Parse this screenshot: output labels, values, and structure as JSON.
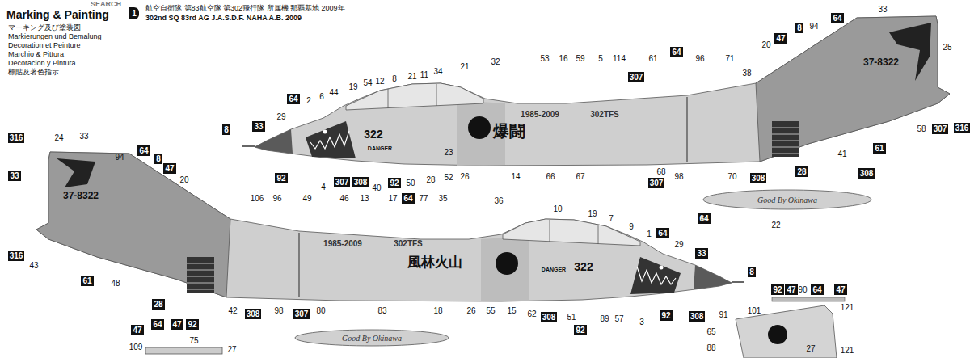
{
  "diagram": {
    "title": "Marking & Painting",
    "nodes": [
      {
        "text": [
          "1"
        ]
      },
      {
        "text": [
          "64"
        ]
      },
      {
        "text": [
          "33"
        ]
      },
      {
        "text": [
          "8"
        ]
      },
      {
        "text": [
          "307"
        ]
      },
      {
        "text": [
          "64"
        ]
      },
      {
        "text": [
          "64"
        ]
      },
      {
        "text": [
          "8"
        ]
      },
      {
        "text": [
          "47"
        ]
      },
      {
        "text": [
          "316"
        ]
      },
      {
        "text": [
          "307"
        ]
      },
      {
        "text": [
          "92"
        ]
      },
      {
        "text": [
          "307"
        ]
      },
      {
        "text": [
          "308"
        ]
      },
      {
        "text": [
          "92"
        ]
      },
      {
        "text": [
          "307"
        ]
      },
      {
        "text": [
          "308"
        ]
      },
      {
        "text": [
          "28"
        ]
      },
      {
        "text": [
          "61"
        ]
      },
      {
        "text": [
          "308"
        ]
      },
      {
        "text": [
          "64"
        ]
      },
      {
        "text": [
          "316"
        ]
      },
      {
        "text": [
          "64"
        ]
      },
      {
        "text": [
          "8"
        ]
      },
      {
        "text": [
          "47"
        ]
      },
      {
        "text": [
          "33"
        ]
      },
      {
        "text": [
          "316"
        ]
      },
      {
        "text": [
          "61"
        ]
      },
      {
        "text": [
          "28"
        ]
      },
      {
        "text": [
          "64"
        ]
      },
      {
        "text": [
          "64"
        ]
      },
      {
        "text": [
          "33"
        ]
      },
      {
        "text": [
          "8"
        ]
      },
      {
        "text": [
          "308"
        ]
      },
      {
        "text": [
          "307"
        ]
      },
      {
        "text": [
          "308"
        ]
      },
      {
        "text": [
          "92"
        ]
      },
      {
        "text": [
          "92"
        ]
      },
      {
        "text": [
          "92"
        ]
      },
      {
        "text": [
          "47"
        ]
      },
      {
        "text": [
          "64"
        ]
      },
      {
        "text": [
          "47"
        ]
      },
      {
        "text": [
          "308"
        ]
      },
      {
        "text": [
          "47"
        ]
      },
      {
        "text": [
          "64"
        ]
      },
      {
        "text": [
          "47"
        ]
      },
      {
        "text": [
          "92"
        ]
      }
    ],
    "labels": [
      "SEARCH",
      "マーキング及び塗装図",
      "Markierungen und Bemalung",
      "Decoration et Peinture",
      "Marchio & Pittura",
      "Decoracion y Pintura",
      "標貼及著色指示",
      "航空自衛隊 第83航空隊 第302飛行隊 所属機 那覇基地 2009年",
      "302nd SQ 83rd AG J.A.S.D.F. NAHA A.B. 2009",
      "53",
      "16",
      "59",
      "5",
      "114",
      "61",
      "96",
      "71",
      "38",
      "20",
      "94",
      "33",
      "25",
      "21",
      "32",
      "19",
      "54",
      "12",
      "8",
      "21",
      "11",
      "34",
      "44",
      "6",
      "2",
      "29",
      "4",
      "40",
      "50",
      "28",
      "52",
      "26",
      "23",
      "14",
      "66",
      "67",
      "68",
      "98",
      "70",
      "41",
      "58",
      "322",
      "DANGER",
      "1985-2009",
      "302TFS",
      "爆闘",
      "37-8322",
      "Good By Okinawa",
      "22",
      "24",
      "33",
      "94",
      "20",
      "37-8322",
      "43",
      "48",
      "106",
      "96",
      "49",
      "46",
      "13",
      "17",
      "77",
      "35",
      "36",
      "10",
      "19",
      "7",
      "9",
      "1",
      "29",
      "42",
      "98",
      "80",
      "83",
      "18",
      "26",
      "55",
      "15",
      "62",
      "51",
      "89",
      "57",
      "3",
      "1985-2009",
      "302TFS",
      "風林火山",
      "DANGER",
      "322",
      "Good By Okinawa",
      "90",
      "101",
      "91",
      "65",
      "121",
      "88",
      "27",
      "121",
      "75",
      "109",
      "27"
    ]
  }
}
